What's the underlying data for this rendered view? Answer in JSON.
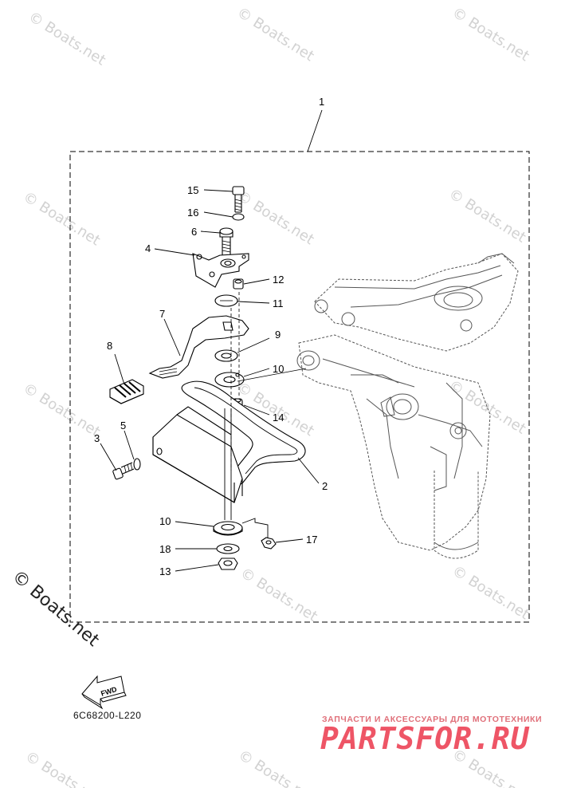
{
  "diagram": {
    "code": "6C68200-L220",
    "fwd_label": "FWD",
    "copyright_watermark": "© Boats.net",
    "repeat_watermark": "© Boats.net",
    "promo_caption": "ЗАПЧАСТИ И АКСЕССУАРЫ ДЛЯ МОТОТЕХНИКИ",
    "promo_brand": "PARTSFOR.RU"
  },
  "callouts": [
    {
      "id": "1",
      "label": "1"
    },
    {
      "id": "15",
      "label": "15"
    },
    {
      "id": "16",
      "label": "16"
    },
    {
      "id": "6",
      "label": "6"
    },
    {
      "id": "4",
      "label": "4"
    },
    {
      "id": "12",
      "label": "12"
    },
    {
      "id": "11",
      "label": "11"
    },
    {
      "id": "7",
      "label": "7"
    },
    {
      "id": "9",
      "label": "9"
    },
    {
      "id": "8",
      "label": "8"
    },
    {
      "id": "10a",
      "label": "10"
    },
    {
      "id": "14",
      "label": "14"
    },
    {
      "id": "3",
      "label": "3"
    },
    {
      "id": "5",
      "label": "5"
    },
    {
      "id": "2",
      "label": "2"
    },
    {
      "id": "10b",
      "label": "10"
    },
    {
      "id": "17",
      "label": "17"
    },
    {
      "id": "18",
      "label": "18"
    },
    {
      "id": "13",
      "label": "13"
    }
  ]
}
